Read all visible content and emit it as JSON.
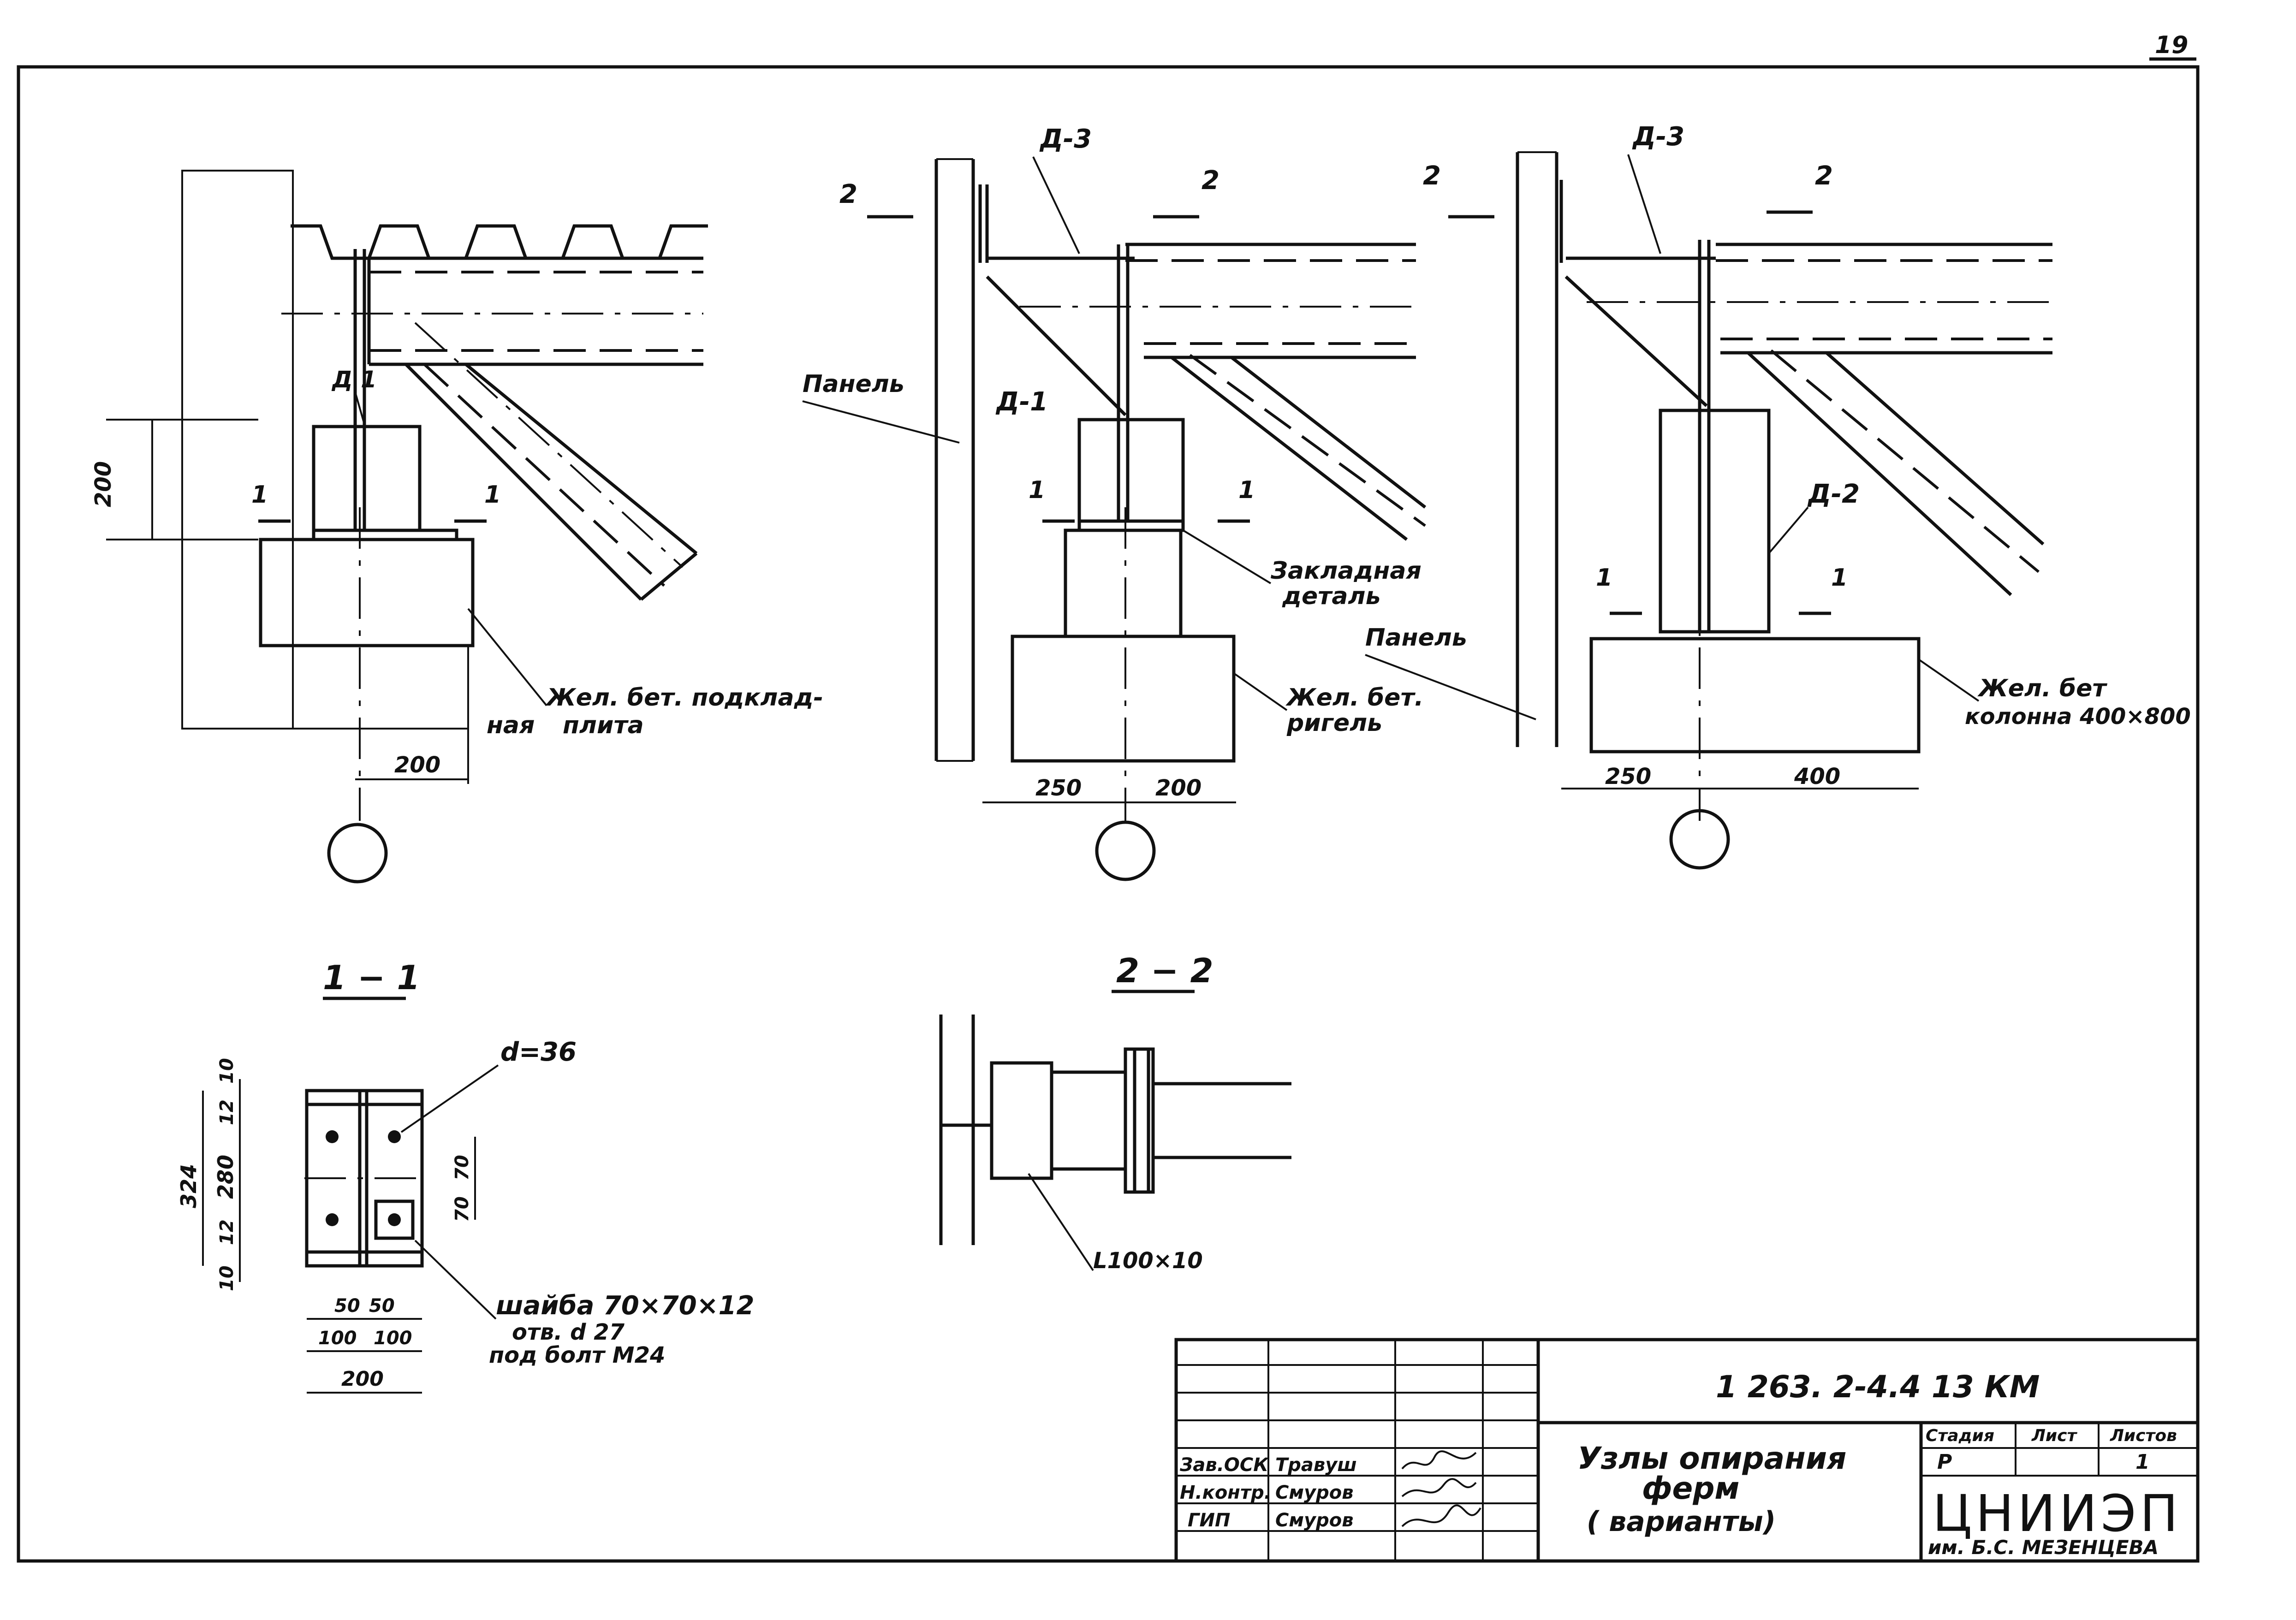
{
  "sheet": {
    "page_number": "19"
  },
  "dims": {
    "d200": "200",
    "d250": "250",
    "d400": "400",
    "d324": "324",
    "d280": "280",
    "d10": "10",
    "d12": "12",
    "d70": "70",
    "d50": "50",
    "d100": "100"
  },
  "section_marks": {
    "one": "1",
    "two": "2"
  },
  "node1": {
    "label_d1": "Д 1",
    "slab_label_1": "Жел. бет. подклад-",
    "slab_label_2": "ная",
    "slab_label_3": "плита"
  },
  "node2": {
    "label_d3": "Д-3",
    "label_d1": "Д-1",
    "panel": "Панель",
    "embedded_1": "Закладная",
    "embedded_2": "деталь",
    "girder_1": "Жел. бет.",
    "girder_2": "ригель"
  },
  "node3": {
    "label_d3": "Д-3",
    "label_d2": "Д-2",
    "panel": "Панель",
    "column_1": "Жел. бет",
    "column_2": "колонна 400×800"
  },
  "section11": {
    "title": "1 − 1",
    "hole": "d=36",
    "washer_1": "шайба 70×70×12",
    "washer_2": "отв. d 27",
    "washer_3": "под болт М24"
  },
  "section22": {
    "title": "2 − 2",
    "angle": "L100×10"
  },
  "title_block": {
    "code": "1 263. 2-4.4  13 КМ",
    "title_1": "Узлы опирания",
    "title_2": "ферм",
    "title_3": "( варианты)",
    "stage_hdr": "Стадия",
    "sheet_hdr": "Лист",
    "sheets_hdr": "Листов",
    "stage": "Р",
    "sheets": "1",
    "org": "ЦНИИЭП",
    "org_sub": "им. Б.С. МЕЗЕНЦЕВА",
    "roles": [
      "Зав.ОСК",
      "Н.контр.",
      "ГИП"
    ],
    "names": [
      "Травуш",
      "Смуров",
      "Смуров"
    ]
  }
}
